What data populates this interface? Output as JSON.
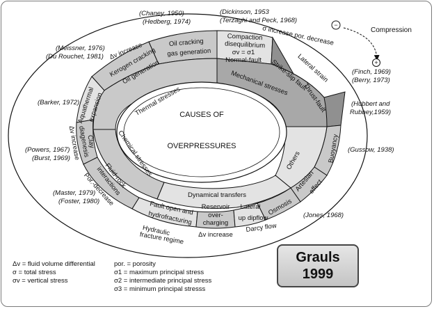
{
  "center": {
    "line1": "CAUSES OF",
    "line2": "OVERPRESSURES"
  },
  "groups": {
    "thermal": "Thermal stresses",
    "mechanical": "Mechanical stresses",
    "chemical": "Chemical stresses",
    "others": "Others",
    "dynamical": "Dynamical transfers"
  },
  "mechanisms": {
    "oil_cracking": "Oil cracking",
    "gas_generation": "gas generation",
    "kerogen_cracking": "Kerogen cracking",
    "oil_generation": "Oil generation",
    "aquathermal": "Aquathermal",
    "expansion": "expansion",
    "compaction": "Compaction",
    "disequilibrium": "disequilibrium",
    "stress_eq": "σv = σ1",
    "normal_fault": "Normal-fault",
    "lateral_strain": "Lateral strain",
    "strike_slip": "Strike-slip fault",
    "thrust_fault": "Thrust-fault",
    "clay": "Clay",
    "diagenesis": "diagenesis",
    "fluid_rock": "Fluid-rock",
    "interactions": "interactions",
    "buoyancy": "Buoyancy",
    "artesian": "Artesian",
    "effect": "effect",
    "osmosis": "Osmosis",
    "fault_open": "Fault open and",
    "hydrofracturing": "hydrofracturing",
    "reservoir1": "Reservoir",
    "reservoir2": "over-",
    "reservoir3": "charging",
    "lateral1": "Lateral",
    "lateral2": "up dipflow"
  },
  "outer_labels": {
    "dv_increase_top": "Δv increase",
    "sigma_increase": "σ increase por. decrease",
    "dv_increase_left": "Δv increase",
    "por_decrease": "Por.-decrease",
    "hydraulic1": "Hydraulic",
    "hydraulic2": "fracture regime",
    "dv_increase_bottom": "Δv increase",
    "darcy_flow": "Darcy flow",
    "compression": "Compression",
    "minus": "−",
    "plus": "+"
  },
  "citations": {
    "chaney": "(Chaney, 1950)",
    "hedberg": "(Hedberg, 1974)",
    "dickinson": "(Dickinson, 1953",
    "terzaghi": "(Terzaghi and Peck, 1968)",
    "meissner": "(Meissner, 1976)",
    "durouchet": "(Du Rouchet, 1981)",
    "barker": "(Barker, 1972)",
    "finch": "(Finch, 1969)",
    "berry": "(Berry, 1973)",
    "hubbert1": "(Hubbert and",
    "hubbert2": "Rubbey,1959)",
    "powers": "(Powers, 1967)",
    "burst": "(Burst, 1969)",
    "gussow": "(Gussow, 1938)",
    "master": "(Master, 1979)",
    "foster": "(Foster, 1980)",
    "jones": "(Jones, 1968)"
  },
  "legend": {
    "left": [
      "Δv = fluid volume differential",
      "σ = total stress",
      "σv = vertical stress"
    ],
    "right": [
      "por. = porosity",
      "σ1 = maximum principal stress",
      "σ2 = intermediate principal stress",
      "σ3 = minimum principal stresss"
    ]
  },
  "badge": {
    "line1": "Grauls",
    "line2": "1999"
  },
  "colors": {
    "light": "#e2e2e2",
    "mid": "#c8c8c8",
    "dark": "#a8a8a8",
    "darker": "#8c8c8c"
  }
}
